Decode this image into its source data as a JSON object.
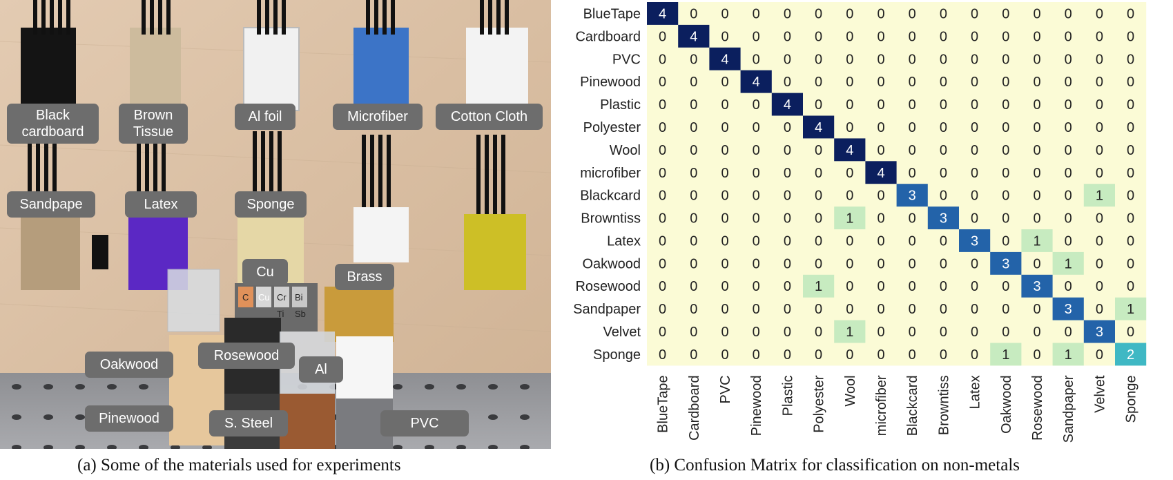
{
  "figure": {
    "left": {
      "caption": "(a) Some of the materials used for experiments",
      "labels": {
        "black_cardboard": "Black\ncardboard",
        "brown_tissue": "Brown\nTissue",
        "al_foil": "Al foil",
        "microfiber": "Microfiber",
        "cotton_cloth": "Cotton Cloth",
        "sandpaper": "Sandpape",
        "latex": "Latex",
        "sponge": "Sponge",
        "cu": "Cu",
        "brass": "Brass",
        "oakwood": "Oakwood",
        "rosewood": "Rosewood",
        "al": "Al",
        "pinewood": "Pinewood",
        "steel": "S. Steel",
        "pvc": "PVC"
      },
      "cube_symbols": [
        "C",
        "Cu",
        "Cr",
        "Bi",
        "Ti",
        "Sb"
      ]
    },
    "right": {
      "caption": "(b) Confusion Matrix for classification on non-metals"
    }
  },
  "chart_data": {
    "type": "heatmap",
    "title": "",
    "row_labels": [
      "BlueTape",
      "Cardboard",
      "PVC",
      "Pinewood",
      "Plastic",
      "Polyester",
      "Wool",
      "microfiber",
      "Blackcard",
      "Browntiss",
      "Latex",
      "Oakwood",
      "Rosewood",
      "Sandpaper",
      "Velvet",
      "Sponge"
    ],
    "col_labels": [
      "BlueTape",
      "Cardboard",
      "PVC",
      "Pinewood",
      "Plastic",
      "Polyester",
      "Wool",
      "microfiber",
      "Blackcard",
      "Browntiss",
      "Latex",
      "Oakwood",
      "Rosewood",
      "Sandpaper",
      "Velvet",
      "Sponge"
    ],
    "matrix": [
      [
        4,
        0,
        0,
        0,
        0,
        0,
        0,
        0,
        0,
        0,
        0,
        0,
        0,
        0,
        0,
        0
      ],
      [
        0,
        4,
        0,
        0,
        0,
        0,
        0,
        0,
        0,
        0,
        0,
        0,
        0,
        0,
        0,
        0
      ],
      [
        0,
        0,
        4,
        0,
        0,
        0,
        0,
        0,
        0,
        0,
        0,
        0,
        0,
        0,
        0,
        0
      ],
      [
        0,
        0,
        0,
        4,
        0,
        0,
        0,
        0,
        0,
        0,
        0,
        0,
        0,
        0,
        0,
        0
      ],
      [
        0,
        0,
        0,
        0,
        4,
        0,
        0,
        0,
        0,
        0,
        0,
        0,
        0,
        0,
        0,
        0
      ],
      [
        0,
        0,
        0,
        0,
        0,
        4,
        0,
        0,
        0,
        0,
        0,
        0,
        0,
        0,
        0,
        0
      ],
      [
        0,
        0,
        0,
        0,
        0,
        0,
        4,
        0,
        0,
        0,
        0,
        0,
        0,
        0,
        0,
        0
      ],
      [
        0,
        0,
        0,
        0,
        0,
        0,
        0,
        4,
        0,
        0,
        0,
        0,
        0,
        0,
        0,
        0
      ],
      [
        0,
        0,
        0,
        0,
        0,
        0,
        0,
        0,
        3,
        0,
        0,
        0,
        0,
        0,
        1,
        0
      ],
      [
        0,
        0,
        0,
        0,
        0,
        0,
        1,
        0,
        0,
        3,
        0,
        0,
        0,
        0,
        0,
        0
      ],
      [
        0,
        0,
        0,
        0,
        0,
        0,
        0,
        0,
        0,
        0,
        3,
        0,
        1,
        0,
        0,
        0
      ],
      [
        0,
        0,
        0,
        0,
        0,
        0,
        0,
        0,
        0,
        0,
        0,
        3,
        0,
        1,
        0,
        0
      ],
      [
        0,
        0,
        0,
        0,
        0,
        1,
        0,
        0,
        0,
        0,
        0,
        0,
        3,
        0,
        0,
        0
      ],
      [
        0,
        0,
        0,
        0,
        0,
        0,
        0,
        0,
        0,
        0,
        0,
        0,
        0,
        3,
        0,
        1
      ],
      [
        0,
        0,
        0,
        0,
        0,
        0,
        1,
        0,
        0,
        0,
        0,
        0,
        0,
        0,
        3,
        0
      ],
      [
        0,
        0,
        0,
        0,
        0,
        0,
        0,
        0,
        0,
        0,
        0,
        1,
        0,
        1,
        0,
        2
      ]
    ],
    "colors": {
      "0": "#fbfbd6",
      "1": "#c7ebc0",
      "2": "#3fb8c4",
      "3": "#2363a9",
      "4": "#0b1f5e"
    },
    "text_colors": {
      "light": "#ffffff",
      "dark": "#222222"
    }
  }
}
